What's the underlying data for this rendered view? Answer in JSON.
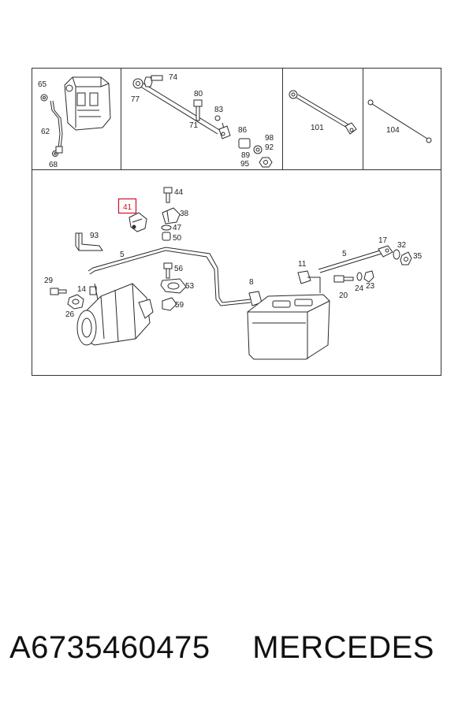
{
  "diagram": {
    "highlight_color": "#d0102a",
    "panels": {
      "panel_1": [
        "65",
        "62",
        "68"
      ],
      "panel_2": [
        "74",
        "77",
        "80",
        "83",
        "71",
        "86",
        "98",
        "92",
        "89",
        "95"
      ],
      "panel_3": [
        "101"
      ],
      "panel_4": [
        "104"
      ],
      "panel_main": [
        "44",
        "41",
        "38",
        "47",
        "50",
        "93",
        "5",
        "29",
        "14",
        "26",
        "56",
        "53",
        "59",
        "8",
        "17",
        "32",
        "35",
        "11",
        "5",
        "20",
        "24",
        "23"
      ]
    },
    "highlighted_part": "41"
  },
  "caption": {
    "part_number": "A6735460475",
    "brand": "MERCEDES"
  }
}
